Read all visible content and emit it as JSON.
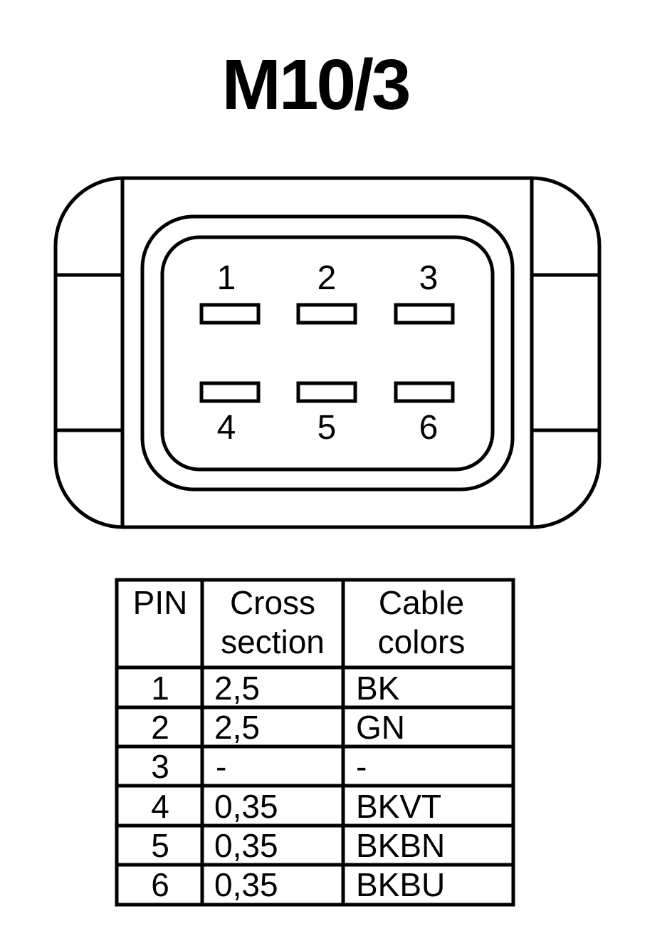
{
  "title": "M10/3",
  "connector": {
    "pins_top": [
      "1",
      "2",
      "3"
    ],
    "pins_bottom": [
      "4",
      "5",
      "6"
    ]
  },
  "table": {
    "headers": [
      [
        "PIN"
      ],
      [
        "Cross",
        "section"
      ],
      [
        "Cable",
        "colors"
      ]
    ],
    "rows": [
      [
        "1",
        "2,5",
        "BK"
      ],
      [
        "2",
        "2,5",
        "GN"
      ],
      [
        "3",
        "-",
        "-"
      ],
      [
        "4",
        "0,35",
        "BKVT"
      ],
      [
        "5",
        "0,35",
        "BKBN"
      ],
      [
        "6",
        "0,35",
        "BKBU"
      ]
    ]
  },
  "colors": {
    "stroke": "#000000",
    "background": "#ffffff"
  }
}
